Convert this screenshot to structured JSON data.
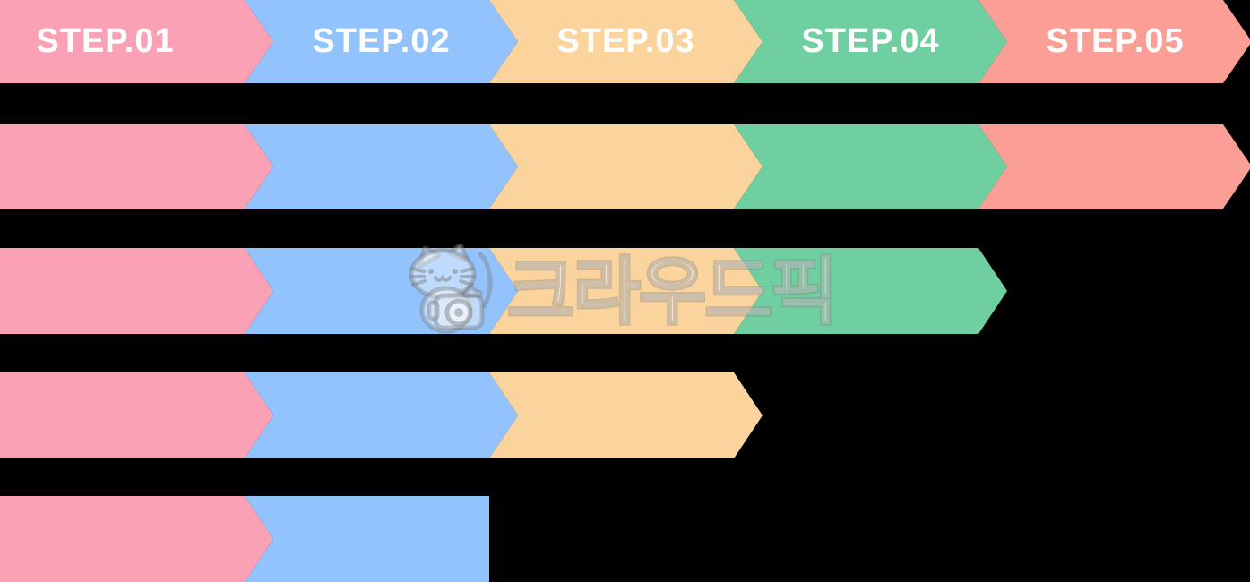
{
  "diagram": {
    "description": "Five-step chevron arrow process diagram repeated in cascading rows",
    "background": "#000000",
    "label_text_color": "#FFFFFF"
  },
  "steps": [
    {
      "label": "STEP.01",
      "color": "#FBA1B6"
    },
    {
      "label": "STEP.02",
      "color": "#93C3FC"
    },
    {
      "label": "STEP.03",
      "color": "#FBD39C"
    },
    {
      "label": "STEP.04",
      "color": "#70CFA0"
    },
    {
      "label": "STEP.05",
      "color": "#FB9E95"
    }
  ],
  "rows": [
    {
      "name": "row-1",
      "segments": 5,
      "labeled": true
    },
    {
      "name": "row-2",
      "segments": 5,
      "labeled": false
    },
    {
      "name": "row-3",
      "segments": 4,
      "labeled": false
    },
    {
      "name": "row-4",
      "segments": 3,
      "labeled": false
    },
    {
      "name": "row-5",
      "segments": 2,
      "labeled": false,
      "note": "last segment flat-ended (cropped)"
    }
  ],
  "watermark": {
    "text": "크라우드픽",
    "icon": "cat-camera-logo"
  }
}
